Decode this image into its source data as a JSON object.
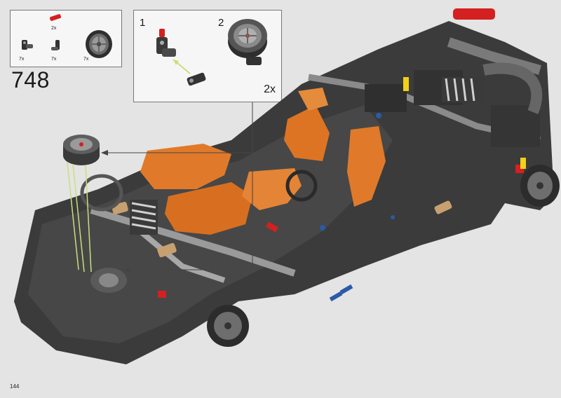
{
  "step": {
    "number": "748",
    "multiplier": "2x"
  },
  "page": {
    "number": "144"
  },
  "parts_list": [
    {
      "qty": "2x",
      "icon": "red-axle-pin-icon",
      "color": "#d42020"
    },
    {
      "qty": "7x",
      "icon": "black-axle-connector-icon",
      "color": "#333333"
    },
    {
      "qty": "7x",
      "icon": "black-pin-icon",
      "color": "#333333"
    },
    {
      "qty": "7x",
      "icon": "wheel-rim-tire-icon",
      "color": "#444444"
    }
  ],
  "substeps": [
    {
      "label": "1"
    },
    {
      "label": "2"
    }
  ],
  "colors": {
    "body_dark": "#3a3a3a",
    "body_panel": "#4a4a4a",
    "interior_orange": "#e07a2a",
    "frame_grey": "#9a9a9a",
    "accent_red": "#d42020",
    "accent_blue": "#2a5aa8",
    "accent_yellow": "#f2d018",
    "guide_green": "#c9e07a"
  }
}
